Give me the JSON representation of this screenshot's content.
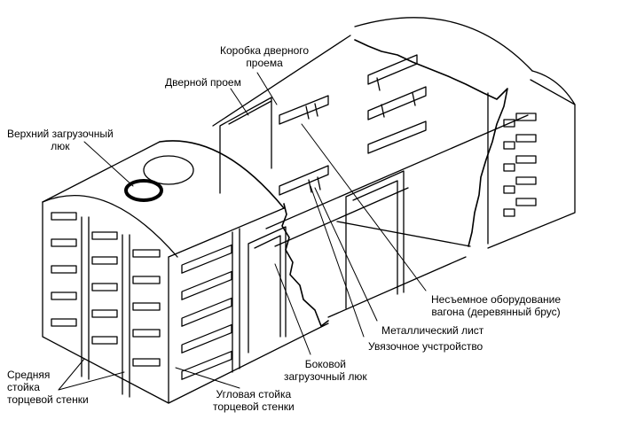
{
  "labels": {
    "door_frame": [
      "Коробка  дверного",
      "проема"
    ],
    "door_opening": "Дверной  проем",
    "top_hatch": [
      "Верхний  загрузочный",
      "люк"
    ],
    "fixed_equipment": [
      "Несъемное оборудование",
      "вагона (деревянный брус)"
    ],
    "metal_sheet": "Металлический  лист",
    "tie_device": "Увязочное  учстройство",
    "side_hatch": [
      "Боковой",
      "загрузочный  люк"
    ],
    "middle_post": [
      "Средняя",
      "стойка",
      "торцевой  стенки"
    ],
    "corner_post": [
      "Угловая  стойка",
      "торцевой  стенки"
    ]
  },
  "colors": {
    "ink": "#000000",
    "paper": "#ffffff"
  }
}
